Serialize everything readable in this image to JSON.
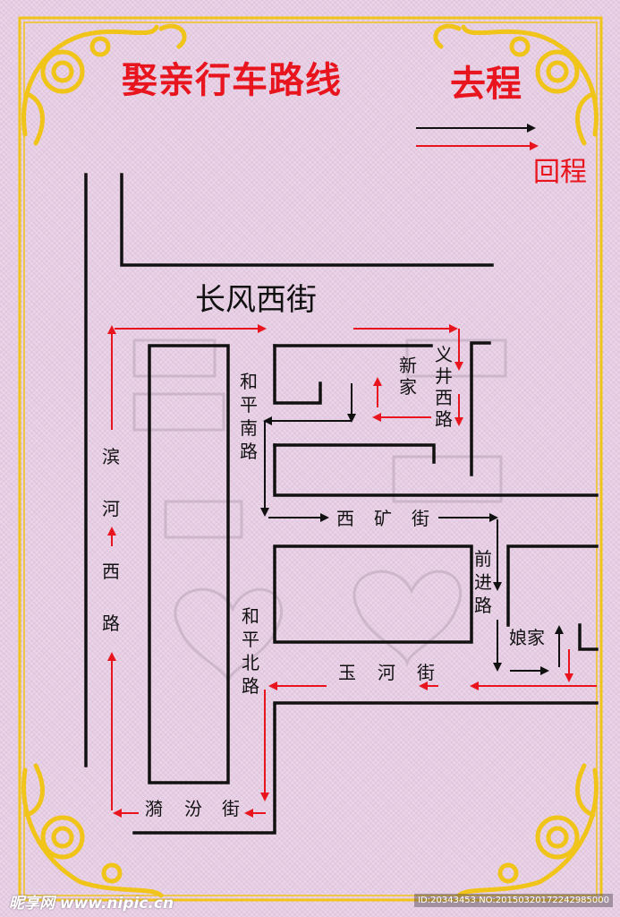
{
  "title": "娶亲行车路线",
  "legend": {
    "outbound_label": "去程",
    "return_label": "回程",
    "outbound_color": "#111111",
    "return_color": "#e8151e"
  },
  "streets": {
    "changfeng": "长风西街",
    "binhe": [
      "滨",
      "河",
      "西",
      "路"
    ],
    "heping_south": [
      "和",
      "平",
      "南",
      "路"
    ],
    "heping_north": [
      "和",
      "平",
      "北",
      "路"
    ],
    "yijing": [
      "义",
      "井",
      "西",
      "路"
    ],
    "xikuang": [
      "西",
      "矿",
      "街"
    ],
    "qianjin": [
      "前",
      "进",
      "路"
    ],
    "yuhe": [
      "玉",
      "河",
      "街"
    ],
    "yifen": [
      "漪",
      "汾",
      "街"
    ]
  },
  "places": {
    "new_home": [
      "新",
      "家"
    ],
    "bride_home": "娘家"
  },
  "watermark": {
    "site": "昵享网 www.nipic.cn",
    "id_text": "ID:20343453 NO:20150320172242985000"
  },
  "colors": {
    "border_gold": "#f0c419",
    "road": "#111111",
    "route_red": "#e8151e"
  }
}
